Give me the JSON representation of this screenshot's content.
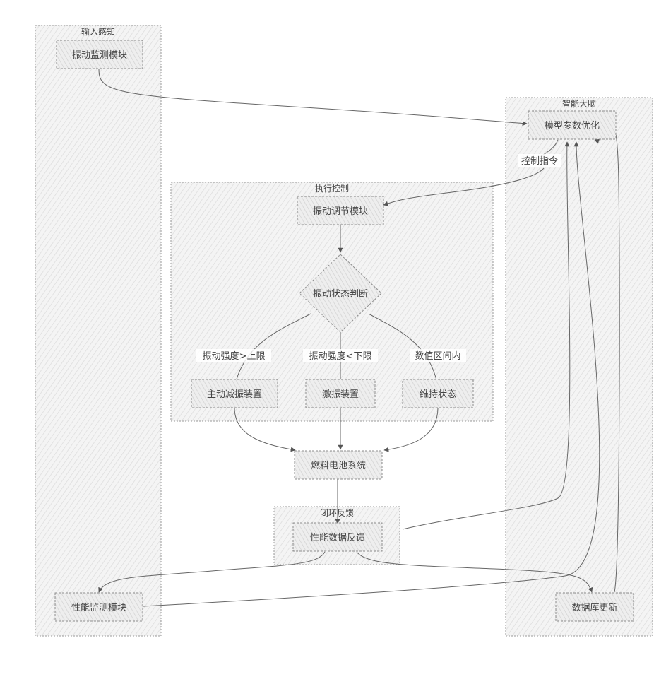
{
  "groups": {
    "input": "输入感知",
    "brain": "智能大脑",
    "exec": "执行控制",
    "feedback": "闭环反馈"
  },
  "nodes": {
    "vib_monitor": "振动监测模块",
    "model_opt": "模型参数优化",
    "vib_adjust": "振动调节模块",
    "vib_judge": "振动状态判断",
    "active_damp": "主动减振装置",
    "excite": "激振装置",
    "maintain": "维持状态",
    "fuel_cell": "燃料电池系统",
    "perf_feedback": "性能数据反馈",
    "perf_monitor": "性能监测模块",
    "db_update": "数据库更新"
  },
  "edge_labels": {
    "control_cmd": "控制指令",
    "above_upper": "振动强度>上限",
    "below_lower": "振动强度<下限",
    "in_range": "数值区间内"
  }
}
